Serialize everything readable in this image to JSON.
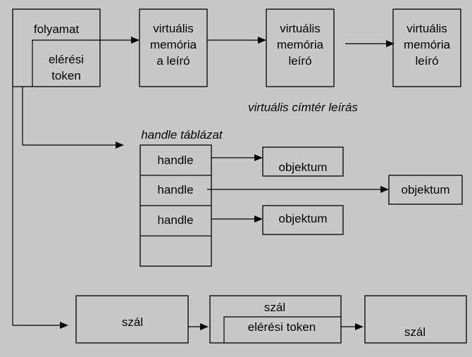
{
  "process": {
    "line1": "folyamat",
    "token_line1": "elérési",
    "token_line2": "token"
  },
  "vad_chain": [
    {
      "line1": "virtuális",
      "line2": "memória",
      "line3": "a leíró"
    },
    {
      "line1": "virtuális",
      "line2": "memória",
      "line3": "leíró"
    },
    {
      "line1": "virtuális",
      "line2": "memória",
      "line3": "leíró"
    }
  ],
  "vad_caption": "virtuális címtér leírás",
  "handle_table": {
    "title": "handle táblázat",
    "rows": [
      "handle",
      "handle",
      "handle"
    ]
  },
  "objects": [
    "objektum",
    "objektum",
    "objektum"
  ],
  "threads": {
    "first": "szál",
    "second_title": "szál",
    "second_token": "elérési token",
    "third": "szál"
  },
  "colors": {
    "background": "#c8c8c8",
    "stroke": "#000000"
  }
}
